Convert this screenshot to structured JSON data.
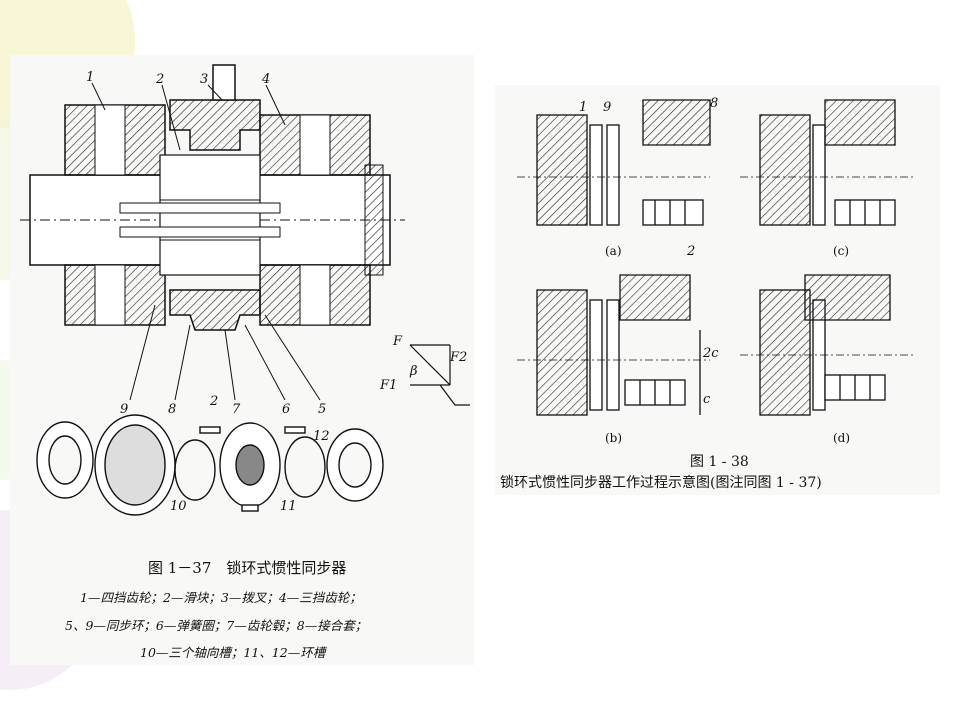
{
  "fig137": {
    "title": "图 1－37　锁环式惯性同步器",
    "legend": [
      "1—四挡齿轮；2—滑块；3—拨叉；4—三挡齿轮；",
      "5、9—同步环；6—弹簧圈；7—齿轮毂；8—接合套；",
      "10—三个轴向槽；11、12—环槽"
    ],
    "labels": [
      "1",
      "2",
      "3",
      "4",
      "5",
      "6",
      "7",
      "8",
      "9",
      "10",
      "11",
      "12",
      "2"
    ],
    "force_labels": [
      "F",
      "F2",
      "F1",
      "β"
    ]
  },
  "fig138": {
    "title": "图 1 - 38",
    "subtitle": "锁环式惯性同步器工作过程示意图(图注同图 1 - 37)",
    "labels": [
      "1",
      "9",
      "8",
      "2"
    ],
    "sublabels": [
      "(a)",
      "(b)",
      "(c)",
      "(d)"
    ],
    "dims": [
      "2c",
      "c"
    ]
  },
  "colors": {
    "ink": "#111111",
    "panel": "#f8f8f6",
    "deco": "#f3efc0"
  }
}
